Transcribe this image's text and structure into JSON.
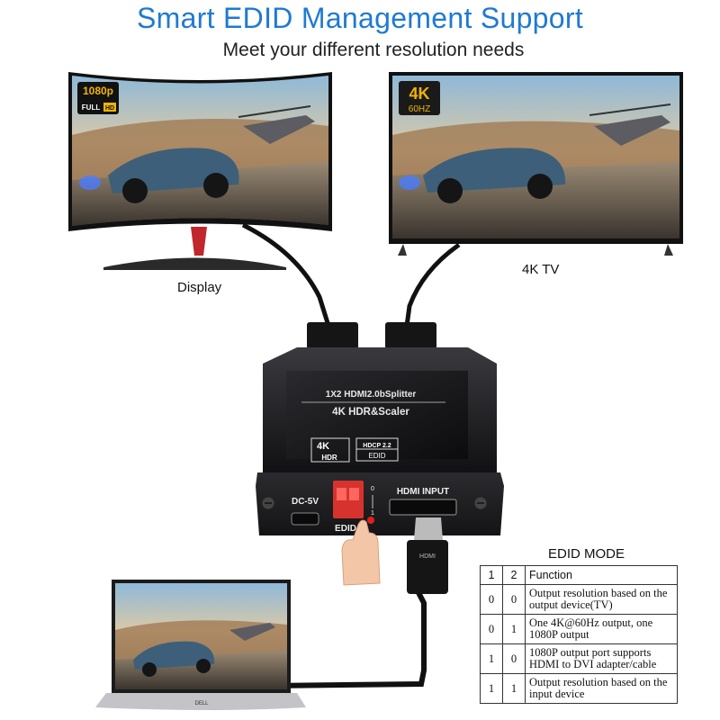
{
  "header": {
    "title": "Smart EDID Management Support",
    "subtitle": "Meet your different resolution needs"
  },
  "display_monitor": {
    "label": "Display",
    "badge_line1": "1080p",
    "badge_line2a": "FULL",
    "badge_line2b": "HD"
  },
  "tv": {
    "label": "4K TV",
    "badge_line1": "4K",
    "badge_line2": "60HZ"
  },
  "splitter": {
    "model_line1": "1X2 HDMI2.0bSplitter",
    "model_line2": "4K HDR&Scaler",
    "logo_4k": "4K",
    "logo_hdr": "HDR",
    "hdcp": "HDCP 2.2",
    "edid_badge": "EDID",
    "power_label": "DC-5V",
    "input_label": "HDMI INPUT",
    "switch_label": "EDID"
  },
  "cable": {
    "plug_text": "HDMI"
  },
  "laptop": {
    "brand": "DELL"
  },
  "edid_table": {
    "title": "EDID MODE",
    "headers": [
      "1",
      "2",
      "Function"
    ],
    "rows": [
      {
        "s1": "0",
        "s2": "0",
        "function": "Output resolution based on the output device(TV)"
      },
      {
        "s1": "0",
        "s2": "1",
        "function": "One 4K@60Hz output, one 1080P output"
      },
      {
        "s1": "1",
        "s2": "0",
        "function": "1080P output port supports HDMI to DVI adapter/cable"
      },
      {
        "s1": "1",
        "s2": "1",
        "function": "Output resolution based on the input device"
      }
    ]
  },
  "colors": {
    "title": "#1f7ad1",
    "device_body": "#1d1d1f",
    "led_red": "#e0201c",
    "switch_red": "#d8322e"
  }
}
